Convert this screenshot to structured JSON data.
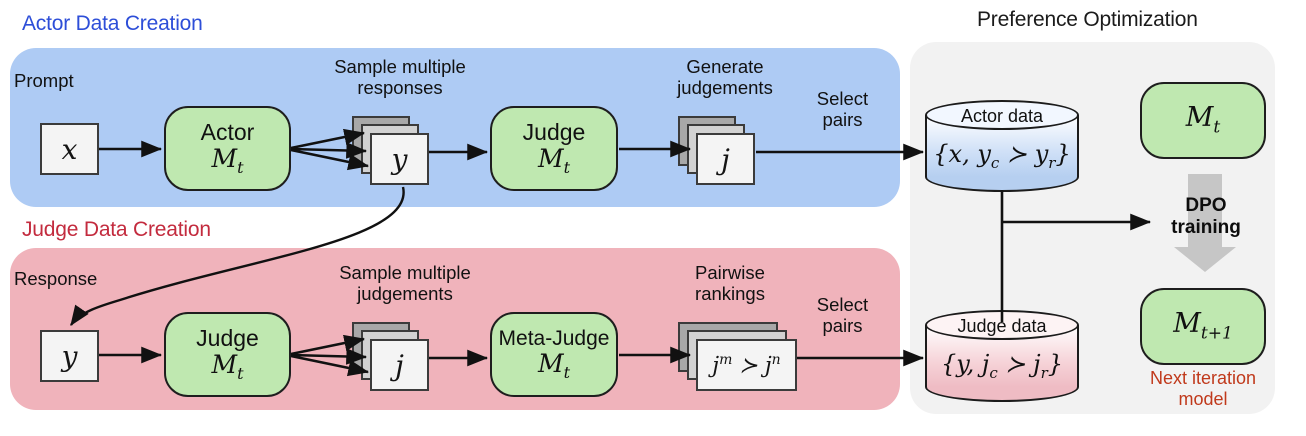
{
  "panels": {
    "actor": {
      "title": "Actor Data Creation",
      "color": "#aecbf4",
      "title_color": "#2d4ed8"
    },
    "judge": {
      "title": "Judge Data Creation",
      "color": "#f0b3bb",
      "title_color": "#c32b3e"
    },
    "preference": {
      "title": "Preference Optimization",
      "color": "#f2f2f2",
      "title_color": "#1b1b1b"
    }
  },
  "actor_row": {
    "prompt_caption": "Prompt",
    "prompt_symbol": "x",
    "model_box": {
      "label": "Actor",
      "model": "M",
      "subscript": "t"
    },
    "sample_caption": "Sample multiple\nresponses",
    "response_symbol": "y",
    "judge_box": {
      "label": "Judge",
      "model": "M",
      "subscript": "t"
    },
    "generate_caption": "Generate\njudgements",
    "judgement_symbol": "j",
    "select_caption": "Select\npairs"
  },
  "judge_row": {
    "response_caption": "Response",
    "response_symbol": "y",
    "judge_box": {
      "label": "Judge",
      "model": "M",
      "subscript": "t"
    },
    "sample_caption": "Sample multiple\njudgements",
    "judgement_symbol": "j",
    "meta_judge_box": {
      "label": "Meta-Judge",
      "model": "M",
      "subscript": "t"
    },
    "pairwise_caption": "Pairwise\nrankings",
    "ranking_expr": "j^m ≻ j^n",
    "select_caption": "Select\npairs"
  },
  "preference": {
    "actor_store": {
      "title": "Actor data",
      "expr": "{x, y_c ≻ y_r}",
      "color": "#b6cff0"
    },
    "judge_store": {
      "title": "Judge data",
      "expr": "{y, j_c ≻ j_r}",
      "color": "#efbcc4"
    },
    "current_model": {
      "model": "M",
      "subscript": "t"
    },
    "dpo_label": "DPO\ntraining",
    "next_model": {
      "model": "M",
      "subscript": "t+1"
    },
    "next_caption": "Next iteration\nmodel",
    "next_caption_color": "#c0391b"
  }
}
